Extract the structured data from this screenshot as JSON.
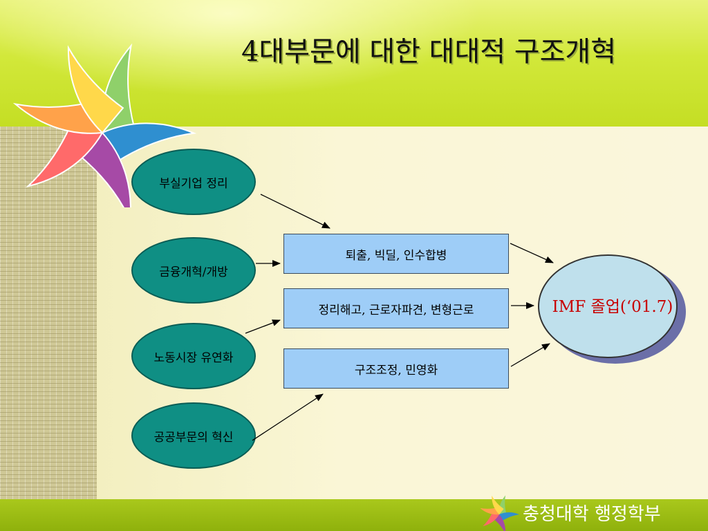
{
  "title": "4대부문에 대한 대대적 구조개혁",
  "sectors": [
    "부실기업 정리",
    "금융개혁/개방",
    "노동시장 유연화",
    "공공부문의 혁신"
  ],
  "measures": [
    "퇴출, 빅딜, 인수합병",
    "정리해고, 근로자파견, 변형근로",
    "구조조정, 민영화"
  ],
  "outcome": "IMF 졸업(‘01.7)",
  "footer": "충청대학 행정학부"
}
